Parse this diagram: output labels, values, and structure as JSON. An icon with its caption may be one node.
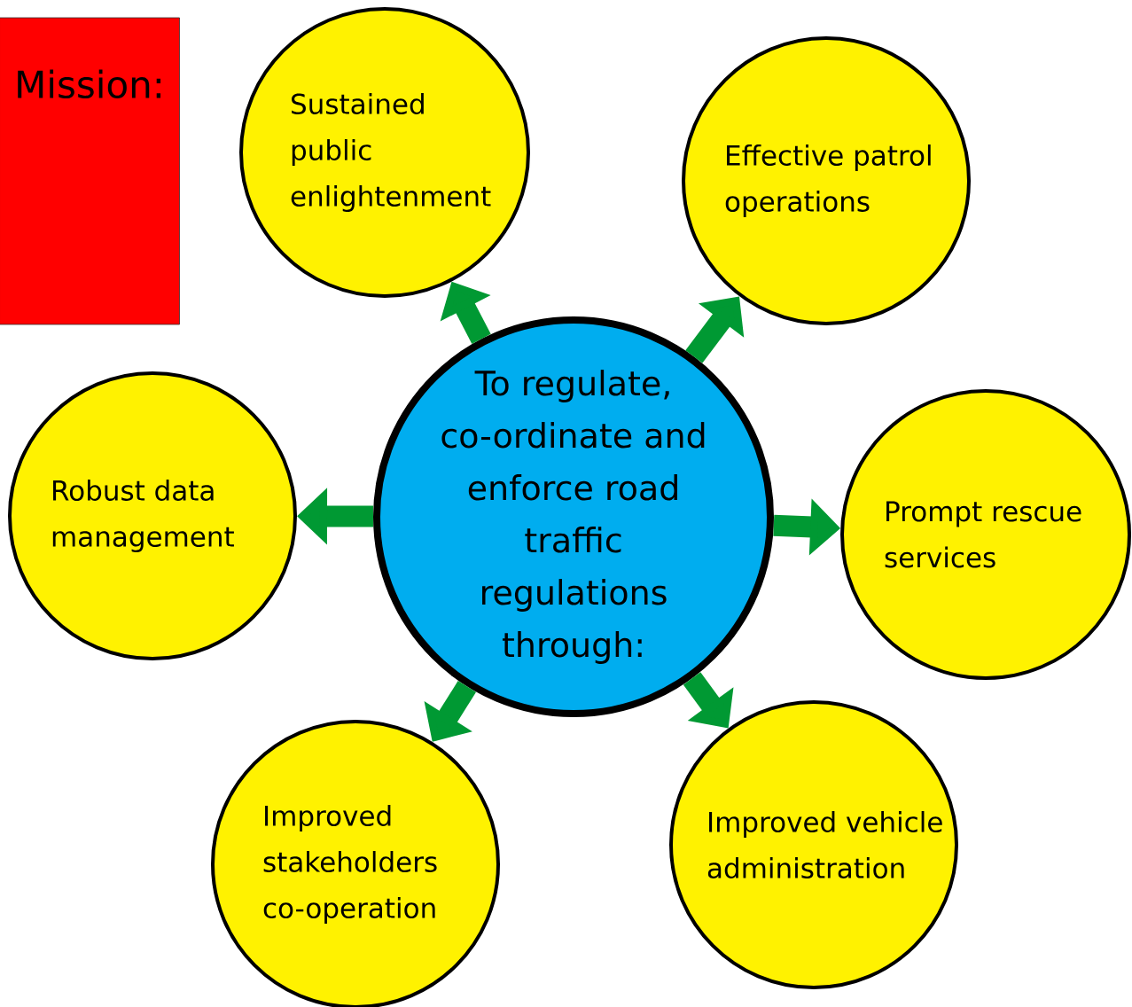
{
  "diagram": {
    "nodes": [
      {
        "text": [
          "Mission:"
        ]
      },
      {
        "text": [
          "To regulate, co-ordinate and enforce road traffic regulations through:"
        ]
      },
      {
        "text": [
          "Sustained public enlightenment"
        ]
      },
      {
        "text": [
          "Effective patrol operations"
        ]
      },
      {
        "text": [
          "Robust data management"
        ]
      },
      {
        "text": [
          "Prompt rescue services"
        ]
      },
      {
        "text": [
          "Improved stakeholders co-operation"
        ]
      },
      {
        "text": [
          "Improved vehicle administration"
        ]
      }
    ],
    "edges": [
      {
        "from": 1,
        "to": 2,
        "arrow": "to"
      },
      {
        "from": 1,
        "to": 3,
        "arrow": "to"
      },
      {
        "from": 1,
        "to": 4,
        "arrow": "to"
      },
      {
        "from": 1,
        "to": 5,
        "arrow": "to"
      },
      {
        "from": 1,
        "to": 6,
        "arrow": "to"
      },
      {
        "from": 1,
        "to": 7,
        "arrow": "to"
      }
    ]
  }
}
